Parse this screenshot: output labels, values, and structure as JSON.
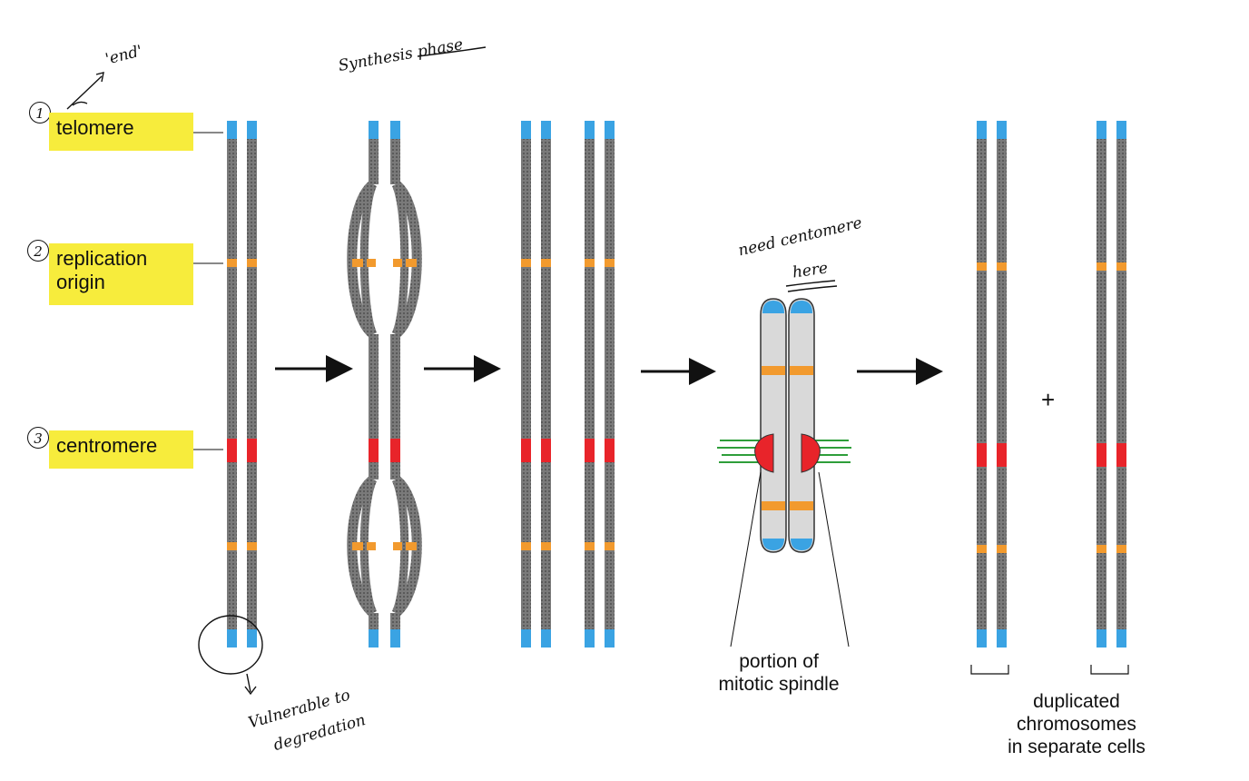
{
  "labels": {
    "telomere": "telomere",
    "replication_origin_1": "replication",
    "replication_origin_2": "origin",
    "centromere": "centromere"
  },
  "numbers": [
    "1",
    "2",
    "3"
  ],
  "captions": {
    "spindle_1": "portion of",
    "spindle_2": "mitotic spindle",
    "dup_1": "duplicated",
    "dup_2": "chromosomes",
    "dup_3": "in separate cells",
    "plus": "+"
  },
  "handwritten": {
    "end_note": "'end'",
    "synthesis": "Synthesis phase",
    "need_centromere_1": "need centomere",
    "need_centromere_2": "here",
    "vulnerable_1": "Vulnerable to",
    "vulnerable_2": "degredation"
  },
  "colors": {
    "chromatid": "#6d6d6d",
    "telomere": "#3aa3e3",
    "origin": "#f29a2e",
    "centromere": "#e8242a",
    "highlight": "#f7ec3c",
    "spindle": "#2e9e3a",
    "condensed": "#d9d9d9"
  }
}
